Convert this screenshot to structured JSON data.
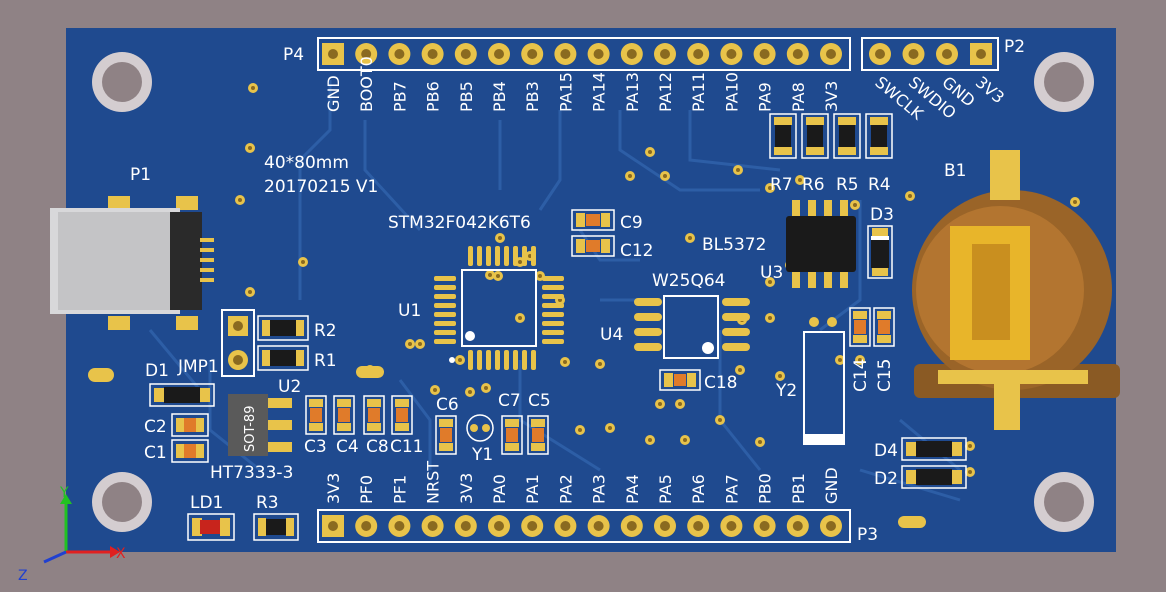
{
  "board": {
    "size_note": "40*80mm",
    "date_version": "20170215  V1",
    "colors": {
      "background": "#8f8285",
      "board": "#1f4a8f",
      "trace": "#2a5aa0",
      "pad": "#e8c34a",
      "silk": "#ffffff",
      "ic": "#1a1a1a"
    }
  },
  "headers": {
    "p4": {
      "ref": "P4",
      "pins": [
        "GND",
        "BOOT0",
        "PB7",
        "PB6",
        "PB5",
        "PB4",
        "PB3",
        "PA15",
        "PA14",
        "PA13",
        "PA12",
        "PA11",
        "PA10",
        "PA9",
        "PA8",
        "3V3"
      ]
    },
    "p2": {
      "ref": "P2",
      "pins": [
        "SWCLK",
        "SWDIO",
        "GND",
        "3V3"
      ]
    },
    "p3": {
      "ref": "P3",
      "pins": [
        "3V3",
        "PF0",
        "PF1",
        "NRST",
        "3V3",
        "PA0",
        "PA1",
        "PA2",
        "PA3",
        "PA4",
        "PA5",
        "PA6",
        "PA7",
        "PB0",
        "PB1",
        "GND"
      ]
    }
  },
  "labels": {
    "p1": "P1",
    "d1": "D1",
    "jmp1": "JMP1",
    "r2": "R2",
    "r1": "R1",
    "u2": "U2",
    "c2": "C2",
    "c1": "C1",
    "c3": "C3",
    "c4": "C4",
    "c8": "C8",
    "c11": "C11",
    "ht7333": "HT7333-3",
    "sot89": "SOT-89",
    "ld1": "LD1",
    "r3": "R3",
    "u1": "U1",
    "stm32": "STM32F042K6T6",
    "c9": "C9",
    "c12": "C12",
    "c6": "C6",
    "c7": "C7",
    "c5": "C5",
    "y1": "Y1",
    "w25q64": "W25Q64",
    "u4": "U4",
    "c18": "C18",
    "bl5372": "BL5372",
    "u3": "U3",
    "r7": "R7",
    "r6": "R6",
    "r5": "R5",
    "r4": "R4",
    "d3": "D3",
    "b1": "B1",
    "y2": "Y2",
    "c14": "C14",
    "c15": "C15",
    "d4": "D4",
    "d2": "D2"
  },
  "axes": {
    "y": "Y",
    "x": "X",
    "z": "Z"
  }
}
